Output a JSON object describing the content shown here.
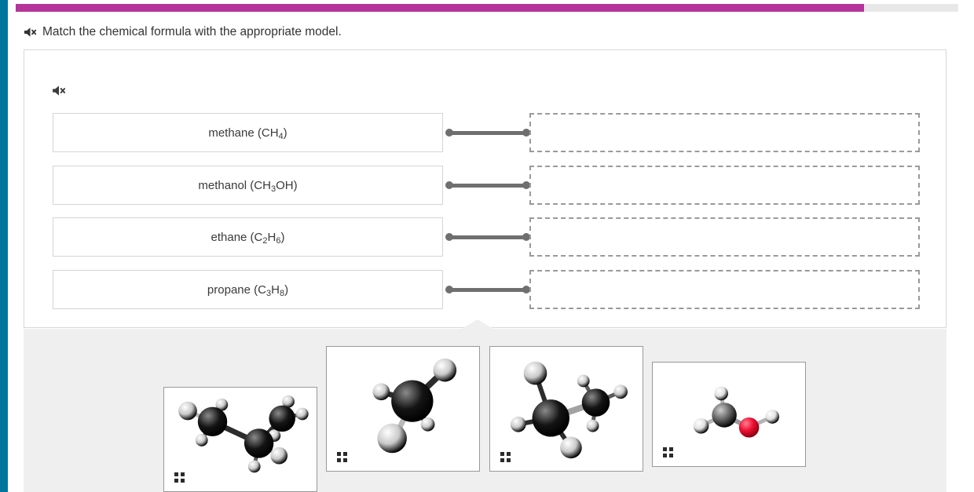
{
  "colors": {
    "rail": "#00759c",
    "progress_fill": "#b5349b",
    "progress_track": "#e8e8e8",
    "tray_bg": "#efefef",
    "connector": "#6f6f6f",
    "dropzone_border": "#9a9a9a",
    "oxygen_red": "#ee1133",
    "carbon_black": "#101010",
    "carbon_gray": "#555555",
    "hydrogen_white": "#e8e8e8"
  },
  "progress": {
    "percent": 90,
    "label": "90"
  },
  "prompt": {
    "speaker_icon": "speaker-muted-icon",
    "text": "Match the chemical formula with the appropriate model."
  },
  "panel": {
    "speaker_icon": "speaker-muted-icon",
    "rows": [
      {
        "id": "row-methane",
        "label_plain": "methane (CH4)",
        "name": "methane",
        "formula_parts": [
          {
            "t": "methane (CH",
            "sub": false
          },
          {
            "t": "4",
            "sub": true
          },
          {
            "t": ")",
            "sub": false
          }
        ],
        "drop_zone_value": "",
        "drop_zone_placeholder": ""
      },
      {
        "id": "row-methanol",
        "label_plain": "methanol (CH3OH)",
        "name": "methanol",
        "formula_parts": [
          {
            "t": "methanol (CH",
            "sub": false
          },
          {
            "t": "3",
            "sub": true
          },
          {
            "t": "OH)",
            "sub": false
          }
        ],
        "drop_zone_value": "",
        "drop_zone_placeholder": ""
      },
      {
        "id": "row-ethane",
        "label_plain": "ethane (C2H6)",
        "name": "ethane",
        "formula_parts": [
          {
            "t": "ethane (C",
            "sub": false
          },
          {
            "t": "2",
            "sub": true
          },
          {
            "t": "H",
            "sub": false
          },
          {
            "t": "6",
            "sub": true
          },
          {
            "t": ")",
            "sub": false
          }
        ],
        "drop_zone_value": "",
        "drop_zone_placeholder": ""
      },
      {
        "id": "row-propane",
        "label_plain": "propane (C3H8)",
        "name": "propane",
        "formula_parts": [
          {
            "t": "propane (C",
            "sub": false
          },
          {
            "t": "3",
            "sub": true
          },
          {
            "t": "H",
            "sub": false
          },
          {
            "t": "8",
            "sub": true
          },
          {
            "t": ")",
            "sub": false
          }
        ],
        "drop_zone_value": "",
        "drop_zone_placeholder": ""
      }
    ]
  },
  "tray": {
    "cards": [
      {
        "id": "card-propane",
        "molecule": "propane-ball-and-stick-model",
        "handle_icon": "drag-handle-icon"
      },
      {
        "id": "card-methane",
        "molecule": "methane-ball-and-stick-model",
        "handle_icon": "drag-handle-icon"
      },
      {
        "id": "card-ethane",
        "molecule": "ethane-ball-and-stick-model",
        "handle_icon": "drag-handle-icon"
      },
      {
        "id": "card-methanol",
        "molecule": "methanol-ball-and-stick-model",
        "handle_icon": "drag-handle-icon"
      }
    ]
  }
}
